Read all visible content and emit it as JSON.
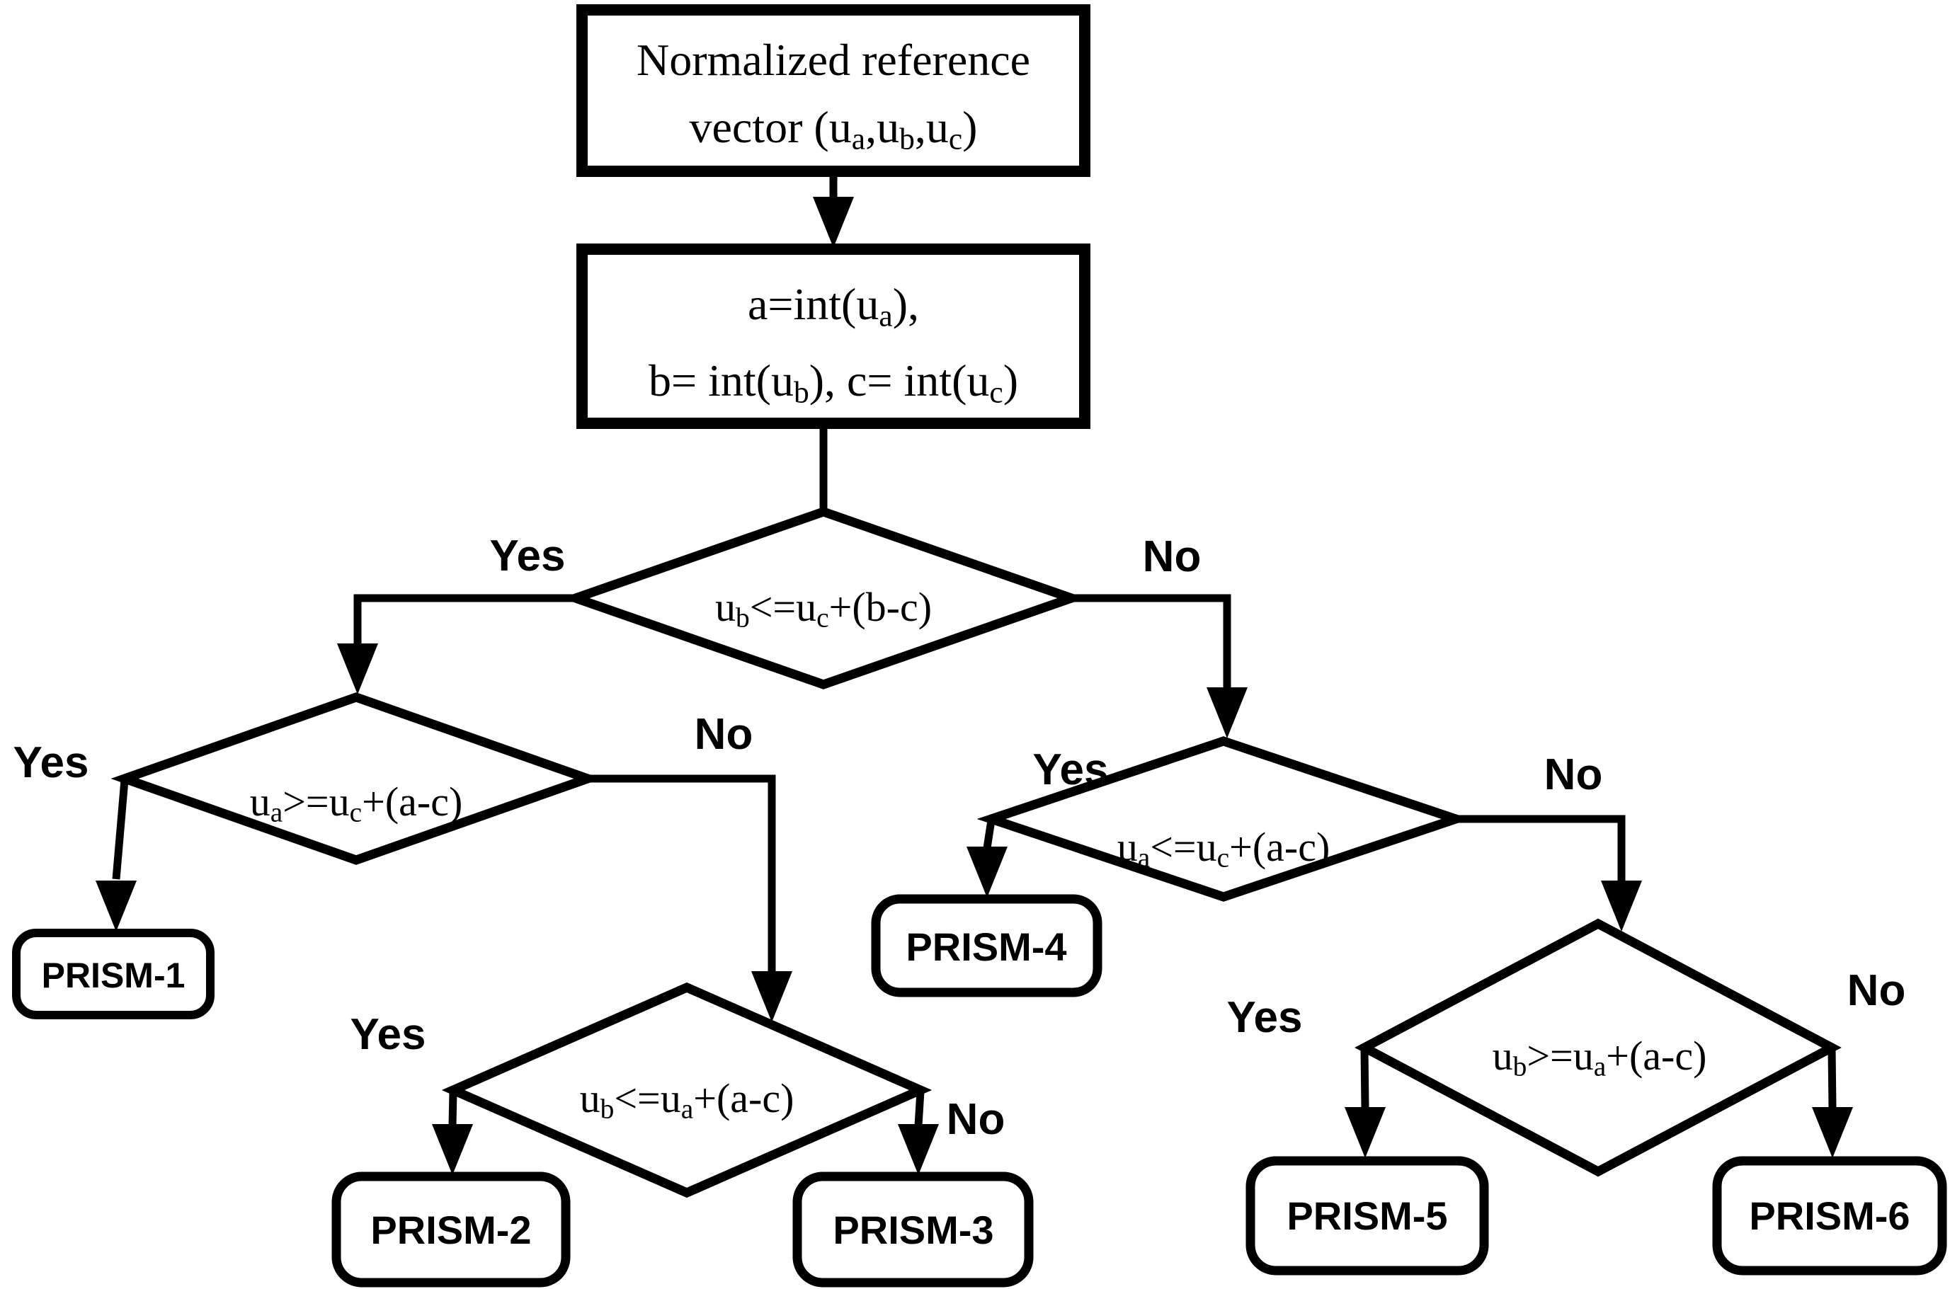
{
  "diagram": {
    "background_color": "#ffffff",
    "stroke_color": "#000000",
    "text_color": "#000000",
    "nodes": {
      "start": {
        "type": "process",
        "line1": "Normalized reference",
        "line2": "vector (u_a,u_b,u_c)"
      },
      "assign": {
        "type": "process",
        "line1": "a=int(u_a),",
        "line2": "b= int(u_b), c= int(u_c)"
      },
      "d1": {
        "type": "decision",
        "formula": "u_b<=u_c+(b-c)"
      },
      "d2_left": {
        "type": "decision",
        "formula": "u_a>=u_c+(a-c)"
      },
      "d2_right": {
        "type": "decision",
        "formula": "u_a<=u_c+(a-c)"
      },
      "d3_left": {
        "type": "decision",
        "formula": "u_b<=u_a+(a-c)"
      },
      "d3_right": {
        "type": "decision",
        "formula": "u_b>=u_a+(a-c)"
      },
      "prism1": {
        "type": "terminal",
        "label": "PRISM-1"
      },
      "prism2": {
        "type": "terminal",
        "label": "PRISM-2"
      },
      "prism3": {
        "type": "terminal",
        "label": "PRISM-3"
      },
      "prism4": {
        "type": "terminal",
        "label": "PRISM-4"
      },
      "prism5": {
        "type": "terminal",
        "label": "PRISM-5"
      },
      "prism6": {
        "type": "terminal",
        "label": "PRISM-6"
      }
    },
    "edges": [
      {
        "from": "start",
        "to": "assign",
        "label": ""
      },
      {
        "from": "assign",
        "to": "d1",
        "label": ""
      },
      {
        "from": "d1",
        "to": "d2_left",
        "label": "Yes"
      },
      {
        "from": "d1",
        "to": "d2_right",
        "label": "No"
      },
      {
        "from": "d2_left",
        "to": "prism1",
        "label": "Yes"
      },
      {
        "from": "d2_left",
        "to": "d3_left",
        "label": "No"
      },
      {
        "from": "d3_left",
        "to": "prism2",
        "label": "Yes"
      },
      {
        "from": "d3_left",
        "to": "prism3",
        "label": "No"
      },
      {
        "from": "d2_right",
        "to": "prism4",
        "label": "Yes"
      },
      {
        "from": "d2_right",
        "to": "d3_right",
        "label": "No"
      },
      {
        "from": "d3_right",
        "to": "prism5",
        "label": "Yes"
      },
      {
        "from": "d3_right",
        "to": "prism6",
        "label": "No"
      }
    ]
  }
}
